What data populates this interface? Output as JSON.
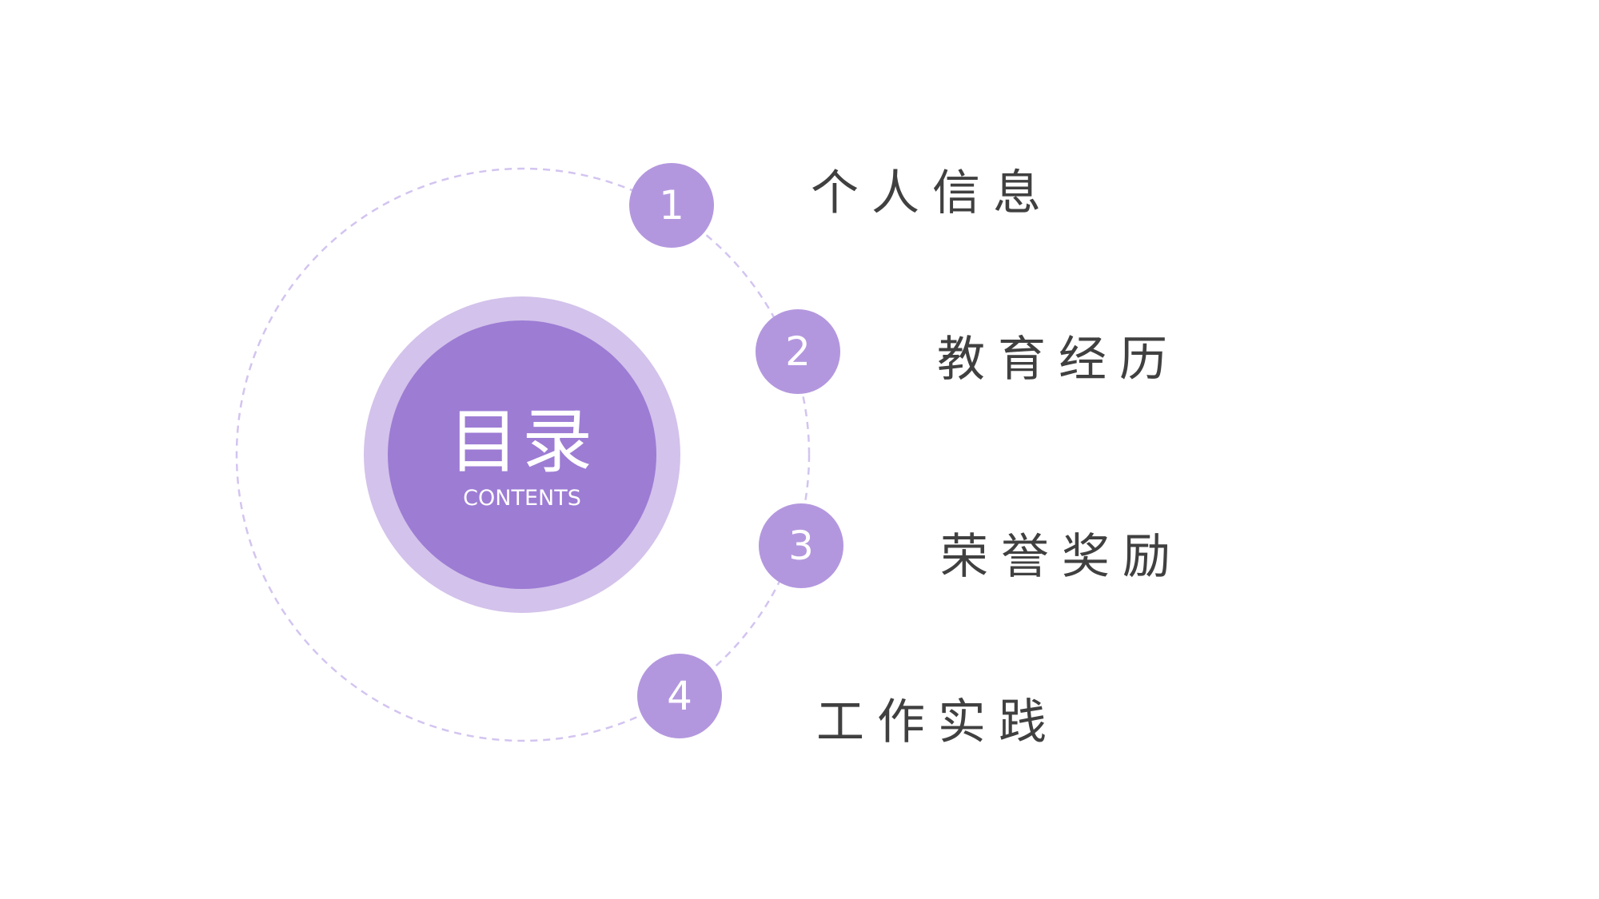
{
  "slide": {
    "center": {
      "title": "目录",
      "subtitle": "CONTENTS"
    },
    "items": [
      {
        "number": "1",
        "label": "个人信息"
      },
      {
        "number": "2",
        "label": "教育经历"
      },
      {
        "number": "3",
        "label": "荣誉奖励"
      },
      {
        "number": "4",
        "label": "工作实践"
      }
    ],
    "colors": {
      "outer_ring": "#D3C2EB",
      "inner_circle": "#9D7CD4",
      "number_circle": "#B397DE",
      "dashed_orbit": "#D3C4F0",
      "label_text": "#404040",
      "center_text": "#FFFFFF"
    }
  }
}
